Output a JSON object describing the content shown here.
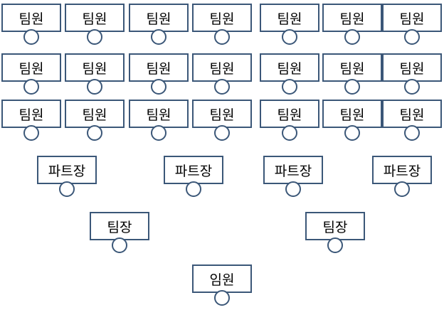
{
  "labels": {
    "member": "팀원",
    "part_leader": "파트장",
    "team_leader": "팀장",
    "executive": "임원"
  },
  "colors": {
    "stroke": "#3b5778",
    "fill": "#ffffff",
    "text": "#000000"
  }
}
